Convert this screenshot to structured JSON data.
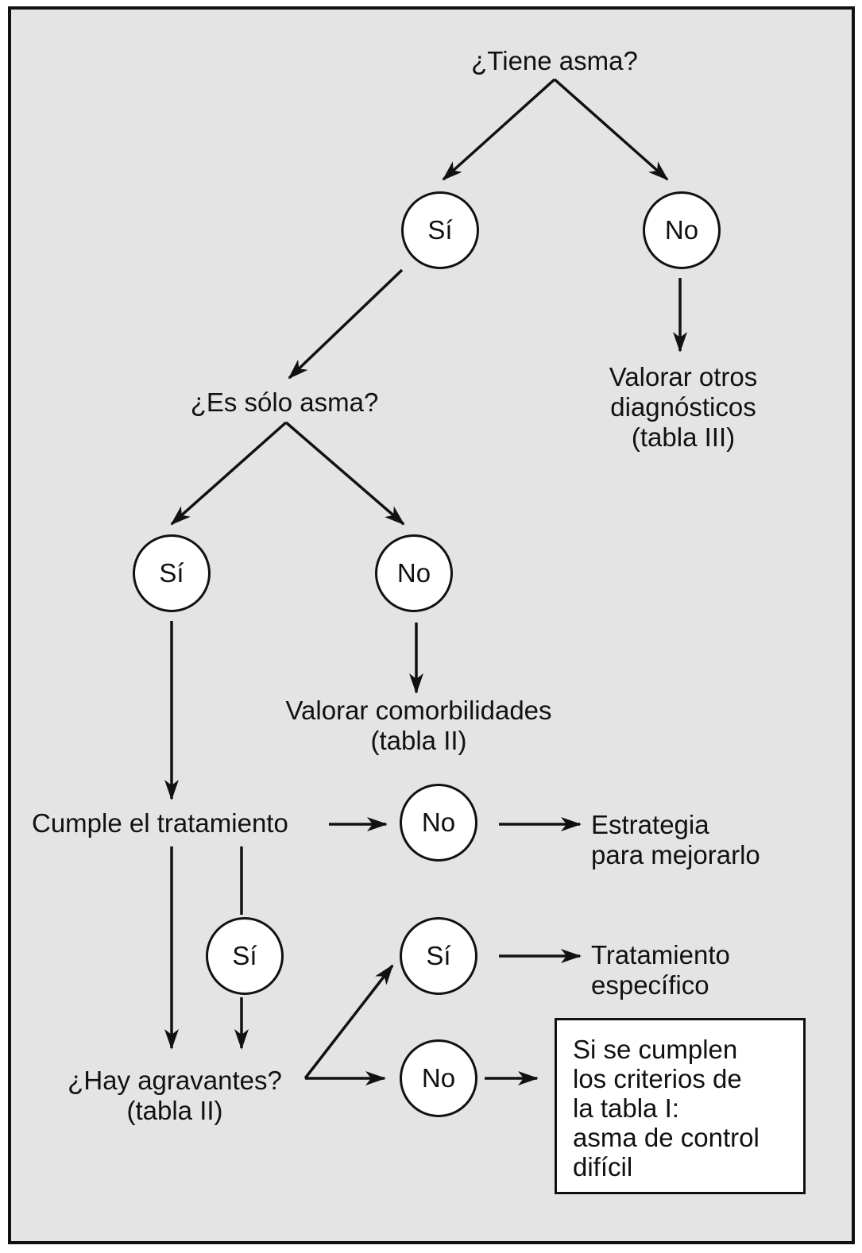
{
  "q1": "¿Tiene asma?",
  "q1_yes": "Sí",
  "q1_no": "No",
  "other_dx": [
    "Valorar otros",
    "diagnósticos",
    "(tabla III)"
  ],
  "q2": "¿Es sólo asma?",
  "q2_yes": "Sí",
  "q2_no": "No",
  "comorb": [
    "Valorar comorbilidades",
    "(tabla II)"
  ],
  "q3": "Cumple el tratamiento",
  "q3_no": "No",
  "q3_yes": "Sí",
  "strategy": [
    "Estrategia",
    "para mejorarlo"
  ],
  "q4": [
    "¿Hay agravantes?",
    "(tabla II)"
  ],
  "q4_yes": "Sí",
  "q4_no": "No",
  "specific_tx": [
    "Tratamiento",
    "específico"
  ],
  "final": [
    "Si se cumplen",
    "los criterios de",
    "la tabla I:",
    "asma de control",
    "difícil"
  ]
}
